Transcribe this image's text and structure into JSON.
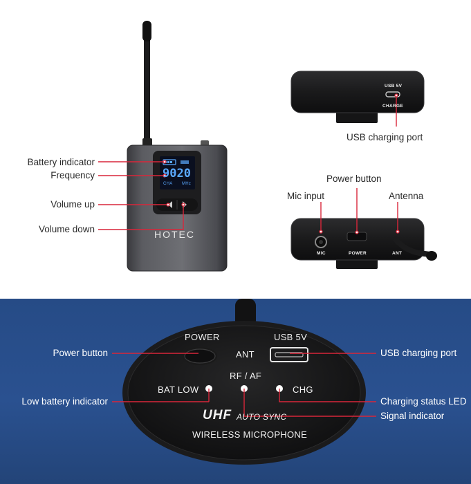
{
  "transmitter": {
    "brand": "HOTEC",
    "lcd": {
      "frequency": "9020",
      "channel": "CHA",
      "unit": "MHz"
    }
  },
  "top_labels": {
    "battery_indicator": "Battery indicator",
    "frequency": "Frequency",
    "volume_up": "Volume up",
    "volume_down": "Volume down"
  },
  "top_right_device": {
    "usb_label": "USB 5V",
    "charge_label": "CHARGE",
    "callout": "USB charging port"
  },
  "side_device": {
    "power_callout": "Power button",
    "mic_callout": "Mic input",
    "antenna_callout": "Antenna",
    "mic_label": "MIC",
    "power_label": "POWER",
    "antenna_label": "ANT"
  },
  "bottom_panel": {
    "power": "POWER",
    "ant": "ANT",
    "usb": "USB 5V",
    "rf_af": "RF / AF",
    "bat_low": "BAT LOW",
    "chg": "CHG",
    "uhf": "UHF",
    "auto_sync": "AUTO SYNC",
    "wireless": "WIRELESS MICROPHONE",
    "callouts": {
      "power_button": "Power button",
      "low_battery": "Low battery indicator",
      "usb_port": "USB charging port",
      "charging_led": "Charging status LED",
      "signal": "Signal indicator"
    }
  },
  "colors": {
    "callout_red": "#d9263a",
    "panel_blue": "#2a5190",
    "lcd_blue": "#5aa9ff"
  }
}
